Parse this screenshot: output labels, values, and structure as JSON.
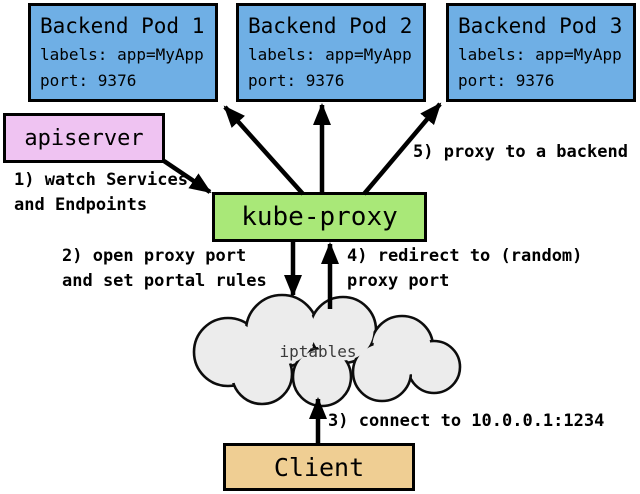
{
  "colors": {
    "pod_fill": "#6FAFE5",
    "apiserver_fill": "#EFC3F2",
    "kube_proxy_fill": "#A9E878",
    "client_fill": "#EFCE93",
    "cloud_fill": "#ECECEC",
    "border": "#000000"
  },
  "nodes": {
    "pod1": {
      "title": "Backend Pod 1",
      "line1": "labels: app=MyApp",
      "line2": "port: 9376"
    },
    "pod2": {
      "title": "Backend Pod 2",
      "line1": "labels: app=MyApp",
      "line2": "port: 9376"
    },
    "pod3": {
      "title": "Backend Pod 3",
      "line1": "labels: app=MyApp",
      "line2": "port: 9376"
    },
    "apiserver": {
      "label": "apiserver"
    },
    "kube_proxy": {
      "label": "kube-proxy"
    },
    "iptables": {
      "label": "iptables"
    },
    "client": {
      "label": "Client"
    }
  },
  "annotations": {
    "step1": {
      "line1": "1) watch Services",
      "line2": "and Endpoints"
    },
    "step2": {
      "line1": "2) open proxy port",
      "line2": "and set portal rules"
    },
    "step3": {
      "line1": "3) connect to 10.0.0.1:1234"
    },
    "step4": {
      "line1": "4) redirect to (random)",
      "line2": "proxy port"
    },
    "step5": {
      "line1": "5) proxy to a backend"
    }
  }
}
